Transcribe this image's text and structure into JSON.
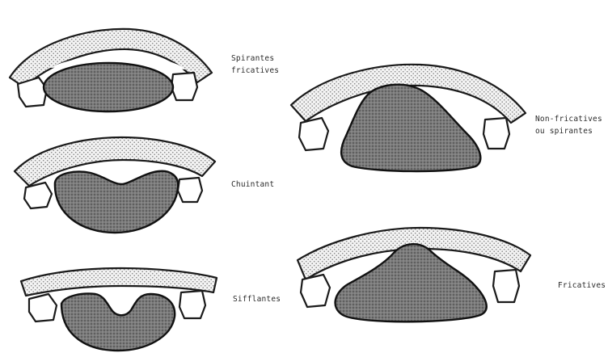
{
  "labels": {
    "spirantes_line1": "Spirantes",
    "spirantes_line2": "fricatives",
    "chuintant": "Chuintant",
    "sifflantes": "Sifflantes",
    "non_fricatives_line1": "Non-fricatives",
    "non_fricatives_line2": "ou spirantes",
    "fricatives": "Fricatives"
  },
  "colors": {
    "palate_fill": "#f4f4f4",
    "palate_dots": "#8a8a8a",
    "tongue_fill": "#7a7a7a",
    "outline": "#1a1a1a"
  }
}
